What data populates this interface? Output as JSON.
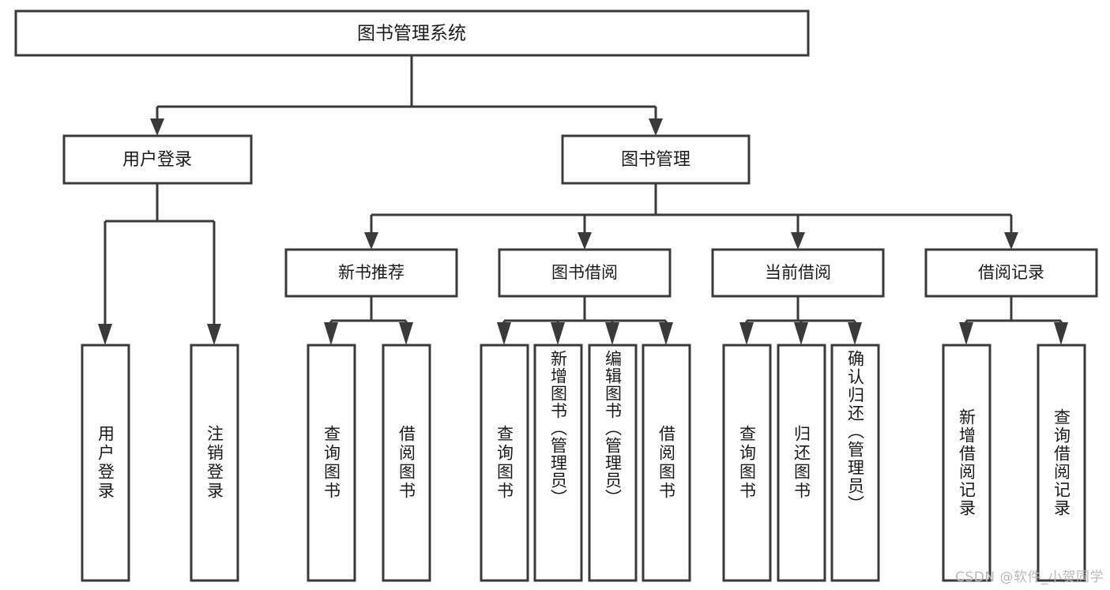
{
  "diagram": {
    "type": "tree-hierarchy-diagram",
    "title_node": {
      "id": "root",
      "label": "图书管理系统"
    },
    "level2": [
      {
        "id": "user-login",
        "label": "用户登录"
      },
      {
        "id": "book-management",
        "label": "图书管理"
      }
    ],
    "level3": [
      {
        "id": "new-book-recommend",
        "label": "新书推荐",
        "parent": "book-management"
      },
      {
        "id": "book-borrow",
        "label": "图书借阅",
        "parent": "book-management"
      },
      {
        "id": "current-borrow",
        "label": "当前借阅",
        "parent": "book-management"
      },
      {
        "id": "borrow-record",
        "label": "借阅记录",
        "parent": "book-management"
      }
    ],
    "leaves": [
      {
        "id": "leaf-user-login",
        "label": "用户登录",
        "parent": "user-login"
      },
      {
        "id": "leaf-logout-login",
        "label": "注销登录",
        "parent": "user-login"
      },
      {
        "id": "leaf-query-book-1",
        "label": "查询图书",
        "parent": "new-book-recommend"
      },
      {
        "id": "leaf-borrow-book-1",
        "label": "借阅图书",
        "parent": "new-book-recommend"
      },
      {
        "id": "leaf-query-book-2",
        "label": "查询图书",
        "parent": "book-borrow"
      },
      {
        "id": "leaf-add-book",
        "label": "新增图书（管理员）",
        "parent": "book-borrow"
      },
      {
        "id": "leaf-edit-book",
        "label": "编辑图书（管理员）",
        "parent": "book-borrow"
      },
      {
        "id": "leaf-borrow-book-2",
        "label": "借阅图书",
        "parent": "book-borrow"
      },
      {
        "id": "leaf-query-book-3",
        "label": "查询图书",
        "parent": "current-borrow"
      },
      {
        "id": "leaf-return-book",
        "label": "归还图书",
        "parent": "current-borrow"
      },
      {
        "id": "leaf-confirm-return",
        "label": "确认归还（管理员）",
        "parent": "current-borrow"
      },
      {
        "id": "leaf-add-record",
        "label": "新增借阅记录",
        "parent": "borrow-record"
      },
      {
        "id": "leaf-query-record",
        "label": "查询借阅记录",
        "parent": "borrow-record"
      }
    ],
    "colors": {
      "stroke": "#3a3a3a",
      "fill": "#ffffff",
      "text": "#1a1a1a",
      "watermark": "#b9b9b9"
    }
  },
  "watermark": {
    "text": "CSDN @软件_小贺同学"
  }
}
